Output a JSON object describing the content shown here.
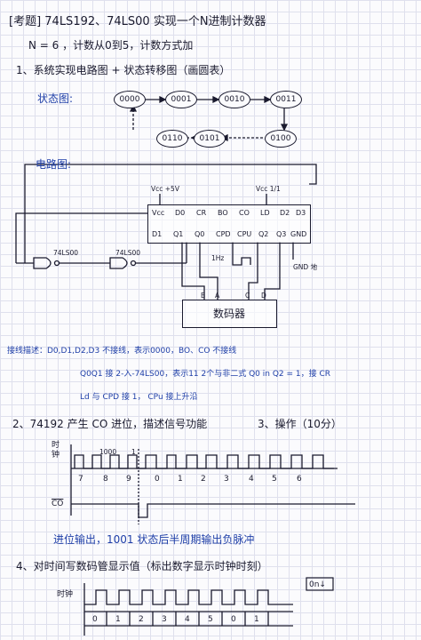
{
  "header": {
    "title": "[考题] 74LS192、74LS00 实现一个N进制计数器",
    "params": "N = 6 ，计数从0到5，计数方式加"
  },
  "section1": {
    "heading": "1、系统实现电路图 + 状态转移图（画圆表）",
    "state_label": "状态图:",
    "states": [
      "0000",
      "0001",
      "0010",
      "0011",
      "0100",
      "0101",
      "0110"
    ],
    "circuit_label": "电路图:"
  },
  "chip": {
    "top_pins": [
      "Vcc",
      "D0",
      "CR",
      "BO",
      "CO",
      "LD",
      "D2",
      "D3"
    ],
    "bottom_pins": [
      "D1",
      "Q1",
      "Q0",
      "CPD",
      "CPU",
      "Q2",
      "Q3",
      "GND"
    ],
    "vcc_label": "Vcc +5V",
    "vcc2_label": "Vcc 1/1",
    "gate1": "74LS00",
    "gate2": "74LS00",
    "clock_note": "1Hz",
    "gnd_label": "GND 地",
    "decoder_inputs": [
      "B",
      "A",
      "C",
      "D"
    ],
    "decoder_label": "数码器"
  },
  "wiring": {
    "line1": "接线描述：D0,D1,D2,D3 不接线，表示0000，BO、CO 不接线",
    "line2": "Q0Q1 接 2-入-74LS00，表示11    2个与非二式 Q0 in Q2 = 1，接 CR",
    "line3": "Ld 与 CPD 接 1，         CPu 接上升沿"
  },
  "section2": {
    "heading": "2、74192 产生 CO 进位，描述信号功能",
    "op_heading": "3、操作（10分）",
    "clock_label": "时钟",
    "marker_1000": "1000",
    "marker_sep": "1",
    "counts": [
      "7",
      "8",
      "9",
      "0",
      "1",
      "2",
      "3",
      "4",
      "5",
      "6"
    ],
    "co_label": "CO",
    "desc": "进位输出，1001 状态后半周期输出负脉冲"
  },
  "section4": {
    "heading": "4、对时间写数码管显示值（标出数字显示时钟时刻）",
    "clock_label": "时钟",
    "box": "0n↓",
    "counts": [
      "0",
      "1",
      "2",
      "3",
      "4",
      "5",
      "0",
      "1"
    ]
  }
}
